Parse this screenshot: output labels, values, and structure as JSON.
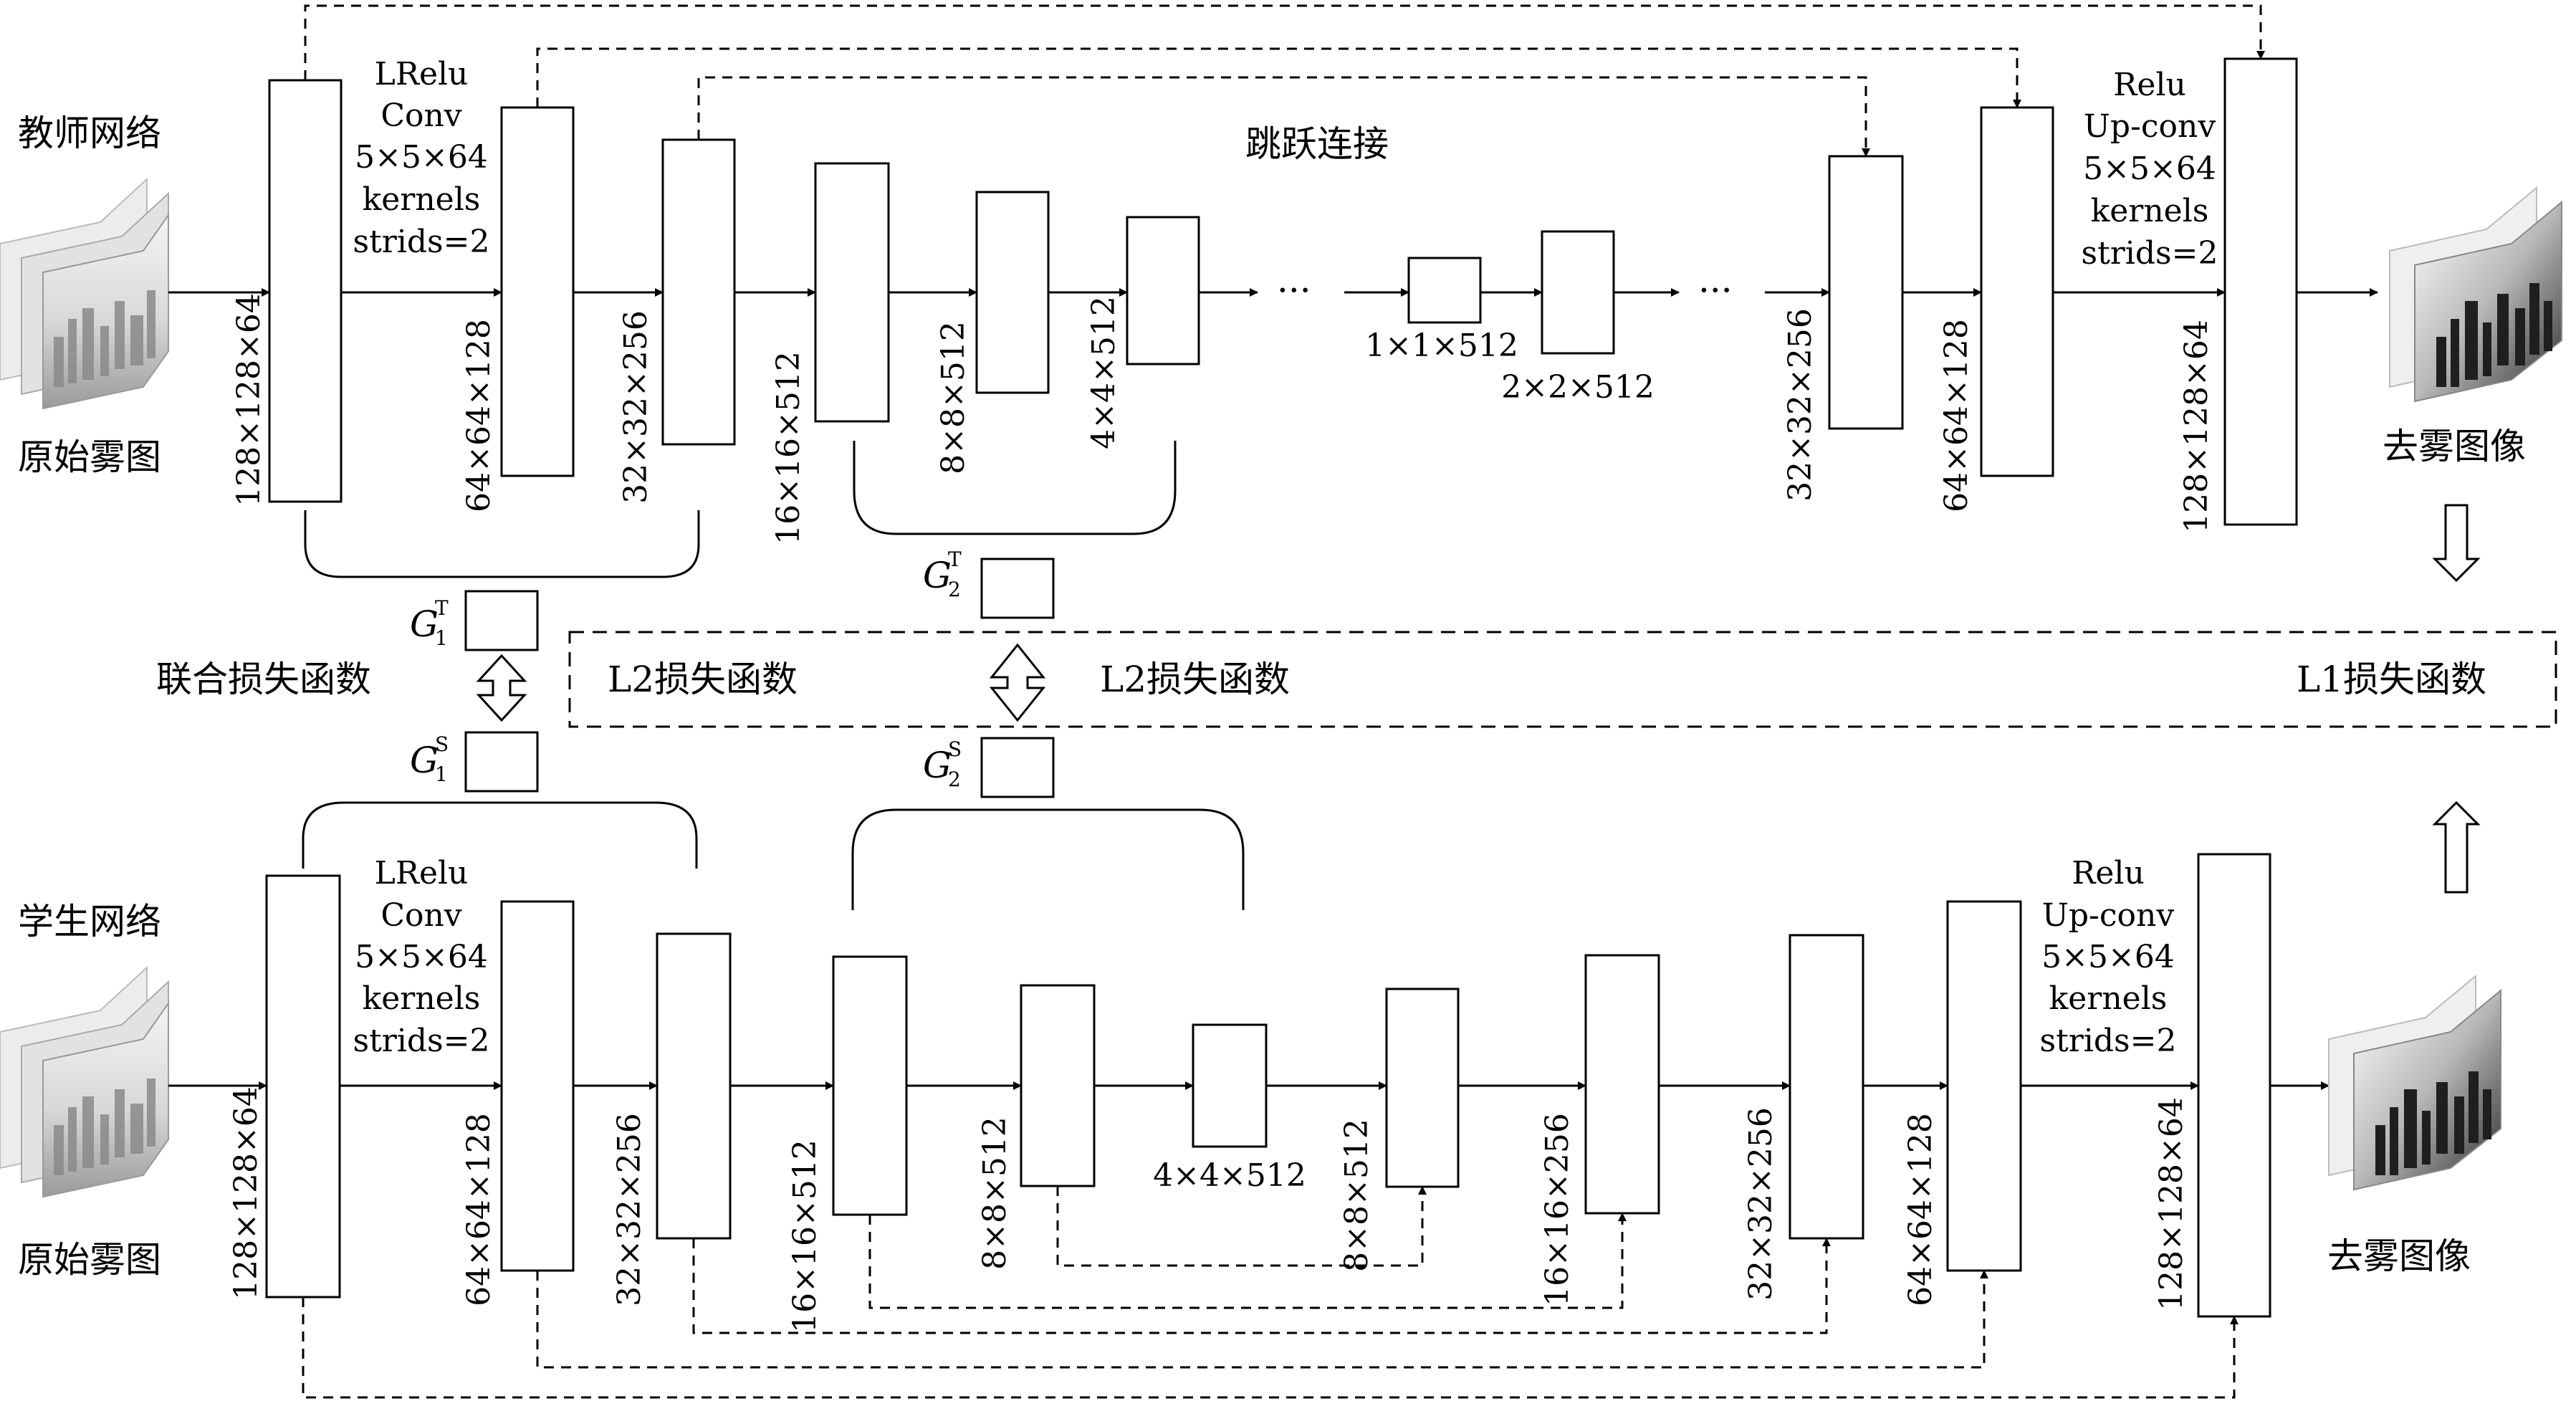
{
  "teacher": {
    "name": "教师网络",
    "input_caption": "原始雾图",
    "output_caption": "去雾图像",
    "skip_label": "跳跃连接",
    "enc_op": [
      "LRelu",
      "Conv",
      "5×5×64",
      "kernels",
      "strids=2"
    ],
    "dec_op": [
      "Relu",
      "Up-conv",
      "5×5×64",
      "kernels",
      "strids=2"
    ],
    "layers": {
      "e1": "128×128×64",
      "e2": "64×64×128",
      "e3": "32×32×256",
      "e4": "16×16×512",
      "e5": "8×8×512",
      "e6": "4×4×512",
      "b1": "1×1×512",
      "b2": "2×2×512",
      "d1": "32×32×256",
      "d2": "64×64×128",
      "d3": "128×128×64"
    }
  },
  "student": {
    "name": "学生网络",
    "input_caption": "原始雾图",
    "output_caption": "去雾图像",
    "enc_op": [
      "LRelu",
      "Conv",
      "5×5×64",
      "kernels",
      "strids=2"
    ],
    "dec_op": [
      "Relu",
      "Up-conv",
      "5×5×64",
      "kernels",
      "strids=2"
    ],
    "layers": {
      "e1": "128×128×64",
      "e2": "64×64×128",
      "e3": "32×32×256",
      "e4": "16×16×512",
      "e5": "8×8×512",
      "e6": "4×4×512",
      "d1": "8×8×512",
      "d2": "16×16×256",
      "d3": "32×32×256",
      "d4": "64×64×128",
      "d5": "128×128×64"
    }
  },
  "loss": {
    "joint": "联合损失函数",
    "l2_a": "L2损失函数",
    "l2_b": "L2损失函数",
    "l1": "L1损失函数"
  },
  "gram": {
    "g": "G",
    "sub1": "1",
    "sub2": "2",
    "sup_t": "T",
    "sup_s": "S"
  },
  "dots": "···"
}
